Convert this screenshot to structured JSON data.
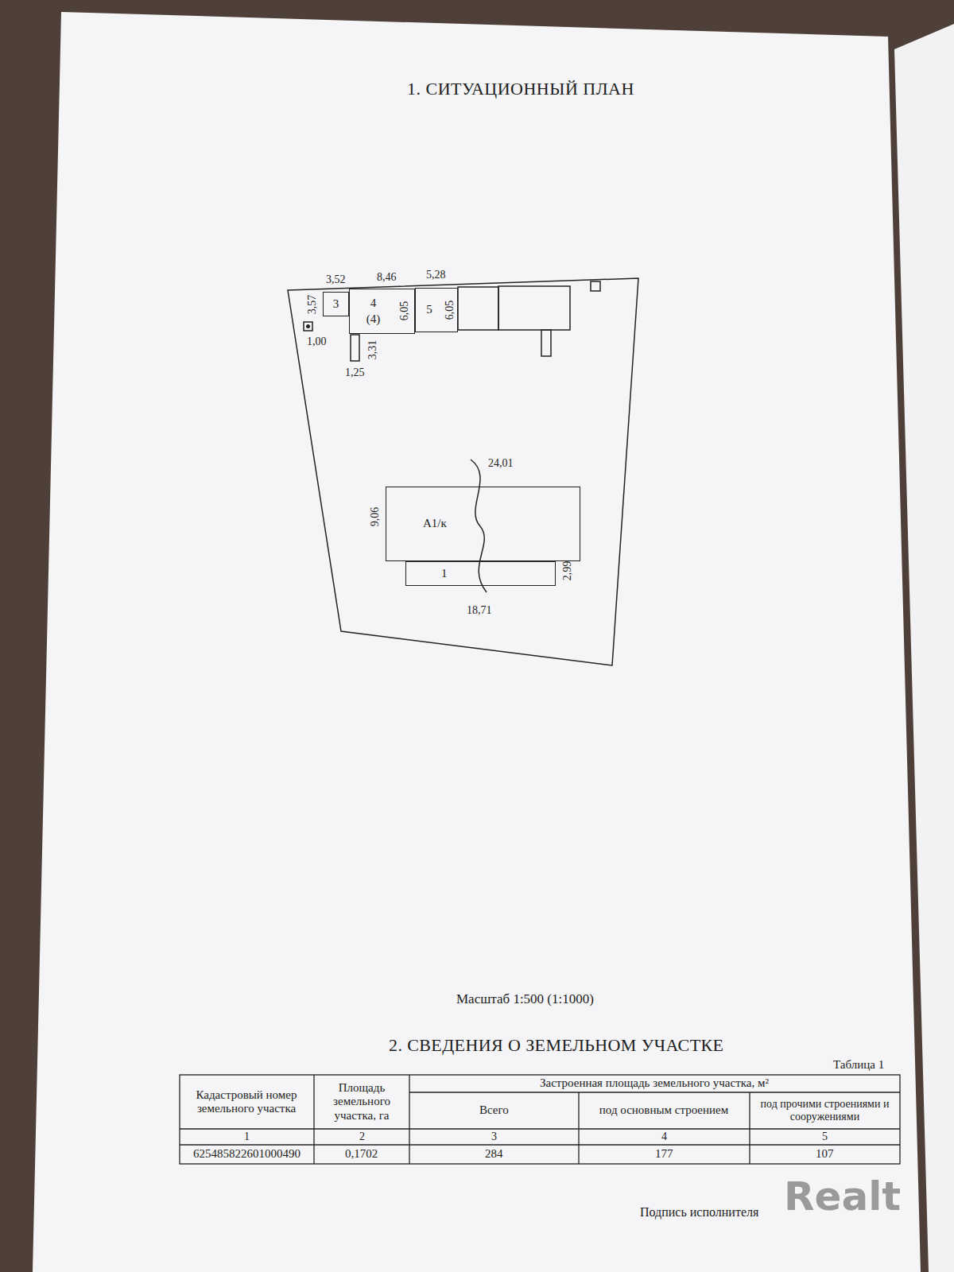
{
  "diagram": {
    "title": "1. СИТУАЦИОННЫЙ ПЛАН",
    "nodes": [
      {
        "text": [
          "3"
        ]
      },
      {
        "text": [
          "4",
          "(4)"
        ]
      },
      {
        "text": [
          "5"
        ]
      },
      {
        "text": [
          "А1/к"
        ]
      },
      {
        "text": [
          "1"
        ]
      }
    ],
    "labels": [
      "3,52",
      "8,46",
      "5,28",
      "3,57",
      "6,05",
      "6,05",
      "1,00",
      "1,25",
      "3,31",
      "24,01",
      "9,06",
      "18,71",
      "2,99",
      "Масштаб 1:500 (1:1000)",
      "2. СВЕДЕНИЯ О ЗЕМЕЛЬНОМ УЧАСТКЕ",
      "Таблица 1",
      "Кадастровый номер земельного участка",
      "Площадь земельного участка, га",
      "Застроенная площадь земельного участка, м²",
      "Всего",
      "под основным строением",
      "под прочими строениями и сооружениями",
      "1",
      "2",
      "3",
      "4",
      "5",
      "625485822601000490",
      "0,1702",
      "284",
      "177",
      "107",
      "Подпись исполнителя",
      "Realt"
    ]
  }
}
